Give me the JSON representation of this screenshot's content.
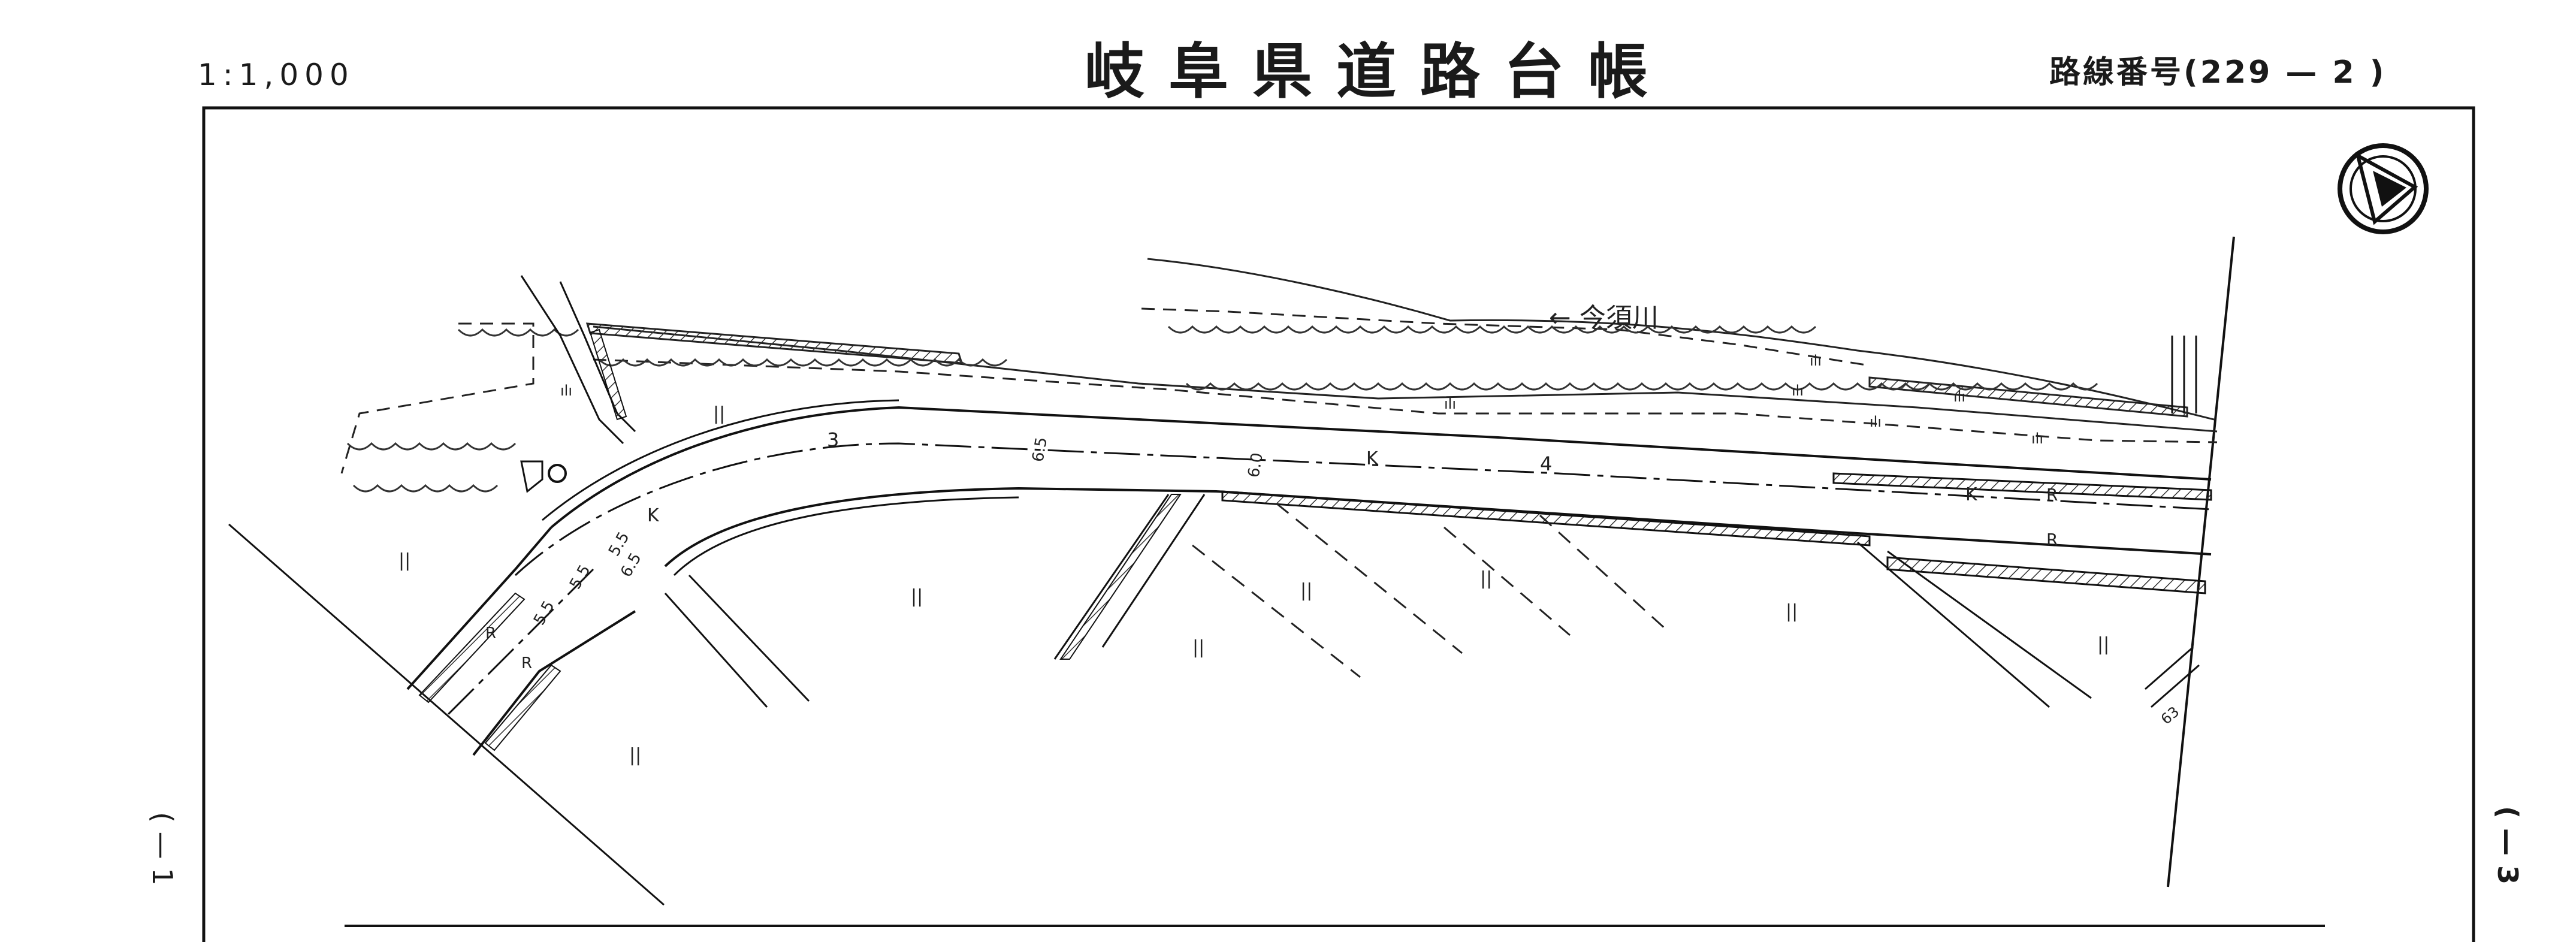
{
  "header": {
    "scale": "1:1,000",
    "title": "岐阜県道路台帳",
    "route_number": "路線番号(229 — 2 )"
  },
  "margin": {
    "left": "( — 1",
    "right": "( — 3"
  },
  "map": {
    "river_label": "← 今須川",
    "stations": [
      "3",
      "4"
    ],
    "width_labels": [
      "6.5",
      "6.0",
      "5.5",
      "5.5",
      "5.5",
      "6.5"
    ],
    "edge_codes": [
      "K",
      "K",
      "K",
      "R",
      "R",
      "R",
      "R"
    ],
    "land_marks": [
      "||",
      "||",
      "||",
      "||",
      "||",
      "||",
      "||",
      "||",
      "||"
    ],
    "field_marks": [
      "ılı",
      "ılı",
      "ılı",
      "ılı",
      "ılı",
      "ılı",
      "ılı"
    ],
    "bridge_number": "63"
  }
}
